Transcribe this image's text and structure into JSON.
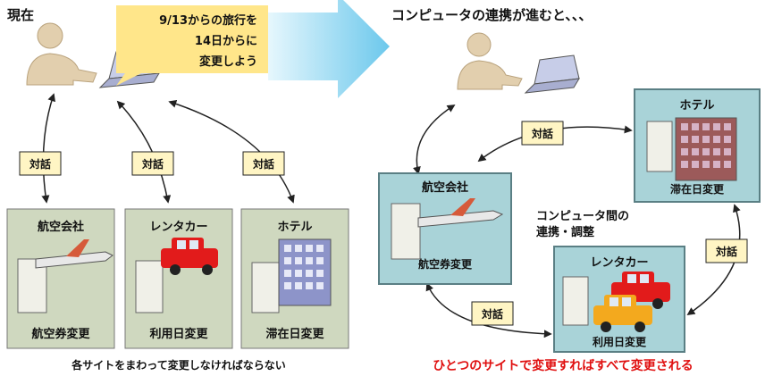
{
  "left": {
    "title": "現在",
    "speech": [
      "9/13からの旅行を",
      "14日からに",
      "変更しよう"
    ],
    "dialog": "対話",
    "cards": [
      {
        "title": "航空会社",
        "footer": "航空券変更"
      },
      {
        "title": "レンタカー",
        "footer": "利用日変更"
      },
      {
        "title": "ホテル",
        "footer": "滞在日変更"
      }
    ],
    "caption": "各サイトをまわって変更しなければならない"
  },
  "right": {
    "title": "コンピュータの連携が進むと、、、",
    "dialog": "対話",
    "cards": {
      "airline": {
        "title": "航空会社",
        "footer": "航空券変更"
      },
      "hotel": {
        "title": "ホテル",
        "footer": "滞在日変更"
      },
      "rental": {
        "title": "レンタカー",
        "footer": "利用日変更"
      }
    },
    "coordination": [
      "コンピュータ間の",
      "連携・調整"
    ],
    "caption": "ひとつのサイトで変更すればすべて変更される"
  },
  "colors": {
    "card_green": "#cfd8bf",
    "card_teal": "#a9d3d8",
    "speech_yellow": "#ffe68a",
    "arrow_blue": "#7fd0ee",
    "caption_red": "#e01010"
  }
}
